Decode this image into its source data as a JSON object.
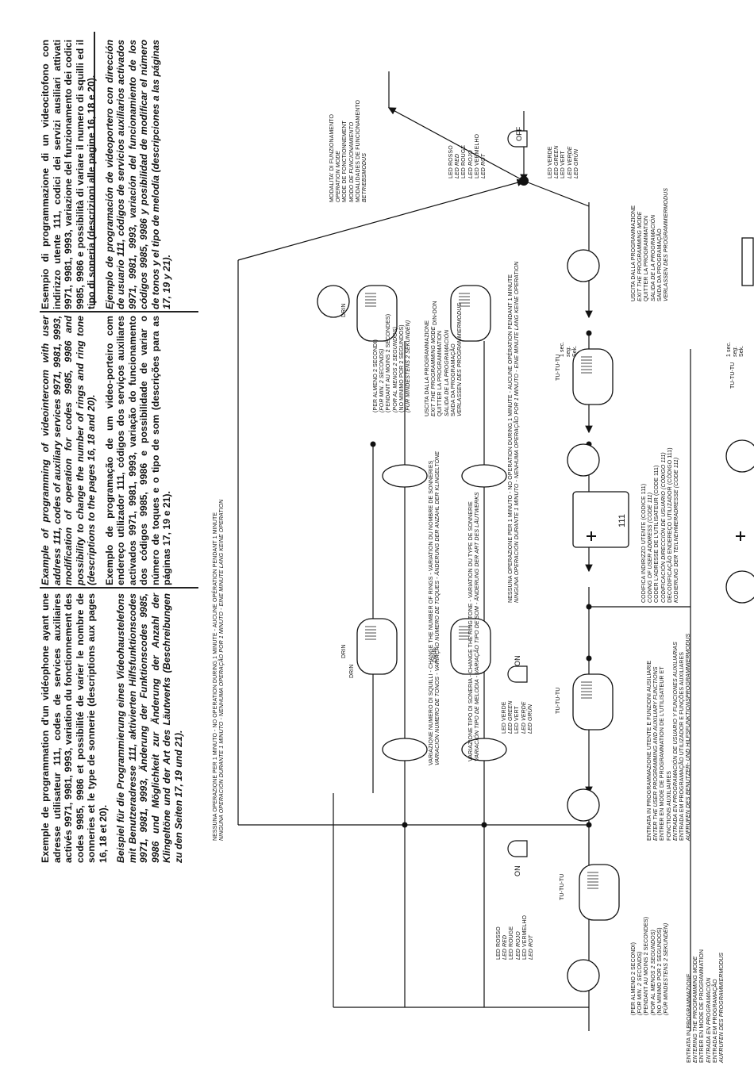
{
  "intro": {
    "it": "Esempio di programmazione di un videocitofono con indirizzo utente 111, codici dei servizi ausiliari attivati 9971, 9981, 9993, variazione del funzionamento dei codici 9985, 9986 e possibilità di variare il numero di squilli ed il tipo di soneria (descrizioni alle pagine 16, 18 e 20).",
    "es": "Ejemplo de programación de videoportero con dirección de usuario 111, códigos de servicios auxiliarios activados 9971, 9981, 9993, variación del funcionamiento de los códigos 9985, 9986 y posibilidad de modificar el número de tonos y el tipo de melodía (descripciones a las páginas 17, 19 y 21).",
    "en": "Example of programming of videointercom with user address 111, codes of auxiliary services 9971, 9981, 9993, modification of operation for codes 9985, 9986 and possibility to change the number of rings and ring tone (descriptions to the pages 16, 18 and 20).",
    "pt": "Exemplo de programação de um video-porteiro com endereço utilizador 111, códigos dos serviços auxiliares activados 9971, 9981, 9993, variação do funcionamento dos códigos 9985, 9986 e possibilidade de variar o número de toques e o tipo de som (descrições para as páginas 17, 19 e 21).",
    "fr": "Exemple de programmation d'un vidéophone ayant une adresse utilisateur 111, codes de services auxiliaires activés 9971, 9981, 9993, variation du fonctionnement des codes 9985, 9986 et possibilité de varier le nombre de sonneries et le type de sonnerie (descriptions aux pages 16, 18 et 20).",
    "de": "Beispiel für die Programmierung eines Videohaustelefons mit Benutzeradresse 111, aktivierten Hilfsfunktionscodes 9971, 9981, 9993, Änderung der Funktionscodes 9985, 9986 und Möglichkeit zur Änderung der Anzahl der Klingeltöne und der Art des Läutwerks (Beschreibungen zu den Seiten 17, 19 und 21)."
  },
  "diagram": {
    "timeout_top": [
      "NESSUNA OPERAZIONE PER 1 MINUTO - NO OPERATION DURING 1 MINUTE - AUCUNE OPÉRATION PENDANT 1 MINUTE",
      "NINGUNA OPERACIÓN DURANTE 1 MINUTO - NENHUMA OPERAÇÃO POR 1 MINUTO - EINE MINUTE LANG KEINE OPERATION"
    ],
    "timeout_mid": [
      "NESSUNA OPERAZIONE PER 1 MINUTO - NO OPERATION DURING 1 MINUTE - AUCUNE OPÉRATION PENDANT 1 MINUTE",
      "NINGUNA OPERACIÓN DURANTE 1 MINUTO - NENHUMA OPERAÇÃO POR 1 MINUTO - EINE MINUTE LANG KEINE OPERATION"
    ],
    "hold_2s": [
      "(PER ALMENO 2 SECONDI)",
      "(FOR MIN. 2 SECONDS)",
      "(PENDANT AU MOINS 2 SECONDES)",
      "(POR AL MENOS 2 SEGUNDOS)",
      "(NO MINIMO POR 2 SEGUNDOS)",
      "(FÜR MINDESTENS 2 SEKUNDEN)"
    ],
    "entering": [
      "ENTRATA IN PROGRAMMAZIONE",
      "ENTERING THE PROGRAMMING MODE",
      "ENTRER EN MODE DE PROGRAMMATION",
      "ENTRADA EN PROGRAMACIÓN",
      "ENTRADA EM PROGRAMAÇÃO",
      "AUFRUFEN DES PROGRAMMIERMODUS"
    ],
    "led_red": [
      "LED ROSSO",
      "LED RED",
      "LED ROUGE",
      "LED ROJO",
      "LED VERMELHO",
      "LED ROT"
    ],
    "led_green": [
      "LED VERDE",
      "LED GREEN",
      "LED VERT",
      "LED VERDE",
      "LED VERDE",
      "LED GRÜN"
    ],
    "on": "ON",
    "off": "OFF",
    "tutu": "TU-TU-TU",
    "drin": "DRIN",
    "dindon": "DIN-DON",
    "enter_user": [
      "ENTRATA IN PROGRAMMAZIONE UTENTE E FUNZIONI AUSILIARIE",
      "ENTER THE USER PROGRAMMING AND AUXILIARY FUNCTIONS",
      "ENTRER EN MODE DE PROGRAMMATION DE L'UTILISATEUR ET",
      "FONCTIONS AUXILIAIRES",
      "ENTRADA EN PROGRAMACIÓN DE USUARIO Y FUNCIONES AUXILIARIAS",
      "ENTRADA EM PROGRAMAÇÃO UTILIZADOR E FUNÇÕES AUXILIARES",
      "AUFRUFEN DES BENUTZER- UND HILFSFUNKTIONSPROGRAMMIERMODUS"
    ],
    "var_rings": [
      "VARIAZIONE NUMERO DI SQUILLI - CHANGE THE NUMBER OF RINGS - VARIATION DU NOMBRE DE SONNERIES",
      "VARIACIÓN NUMERO DE TONOS - VARIAÇÃO NÚMERO DE TOQUES - ÄNDERUNG DER ANZAHL DER KLINGELTÖNE"
    ],
    "var_tone": [
      "VARIAZIONE TIPO DI SONERIA - CHANGE THE RING TONE - VARIATION DU TYPE DE SONNERIE",
      "VARIACIÓN TIPO DE MELODIA - VARIAÇÃO TIPO DE SOM - ÄNDERUNG DER ART DES LÄUTWERKS"
    ],
    "coding": [
      "CODIFICA INDIRIZZO UTENTE (CODICE 111)",
      "CODING OF USER ADDRESS (CODE 111)",
      "CODER L'ADRESSE DE L'UTILISATEUR (CODE 111)",
      "CODIFICACIÓN DIRECCIÓN DE USUARIO (CÓDIGO 111)",
      "DECODIFICAÇÃO ENDEREÇO UTILIZADOR (CÓDIGO 111)",
      "KODIERUNG DER TEILNEHMERADRESSE (CODE 111)"
    ],
    "code": "111",
    "sec": [
      "1 sec.",
      "seg.",
      "Sek."
    ],
    "exit": [
      "USCITA DALLA PROGRAMMAZIONE",
      "EXIT THE PROGRAMMING MODE",
      "QUITTER LA PROGRAMMATION",
      "SALIDA DE LA PROGRAMACIÓN",
      "SAIDA DA PROGRAMAÇÃO",
      "VERLASSEN DES PROGRAMMIERMODUS"
    ],
    "operation": [
      "MODALITA' DI FUNZIONAMENTO",
      "OPERATION MODE",
      "MODE DE FONCTIONNEMENT",
      "MODO DE FUNCIONAMIENTO",
      "MODALIDADES DE FUNCIONAMENTO",
      "BETRIEBSMODUS"
    ]
  }
}
